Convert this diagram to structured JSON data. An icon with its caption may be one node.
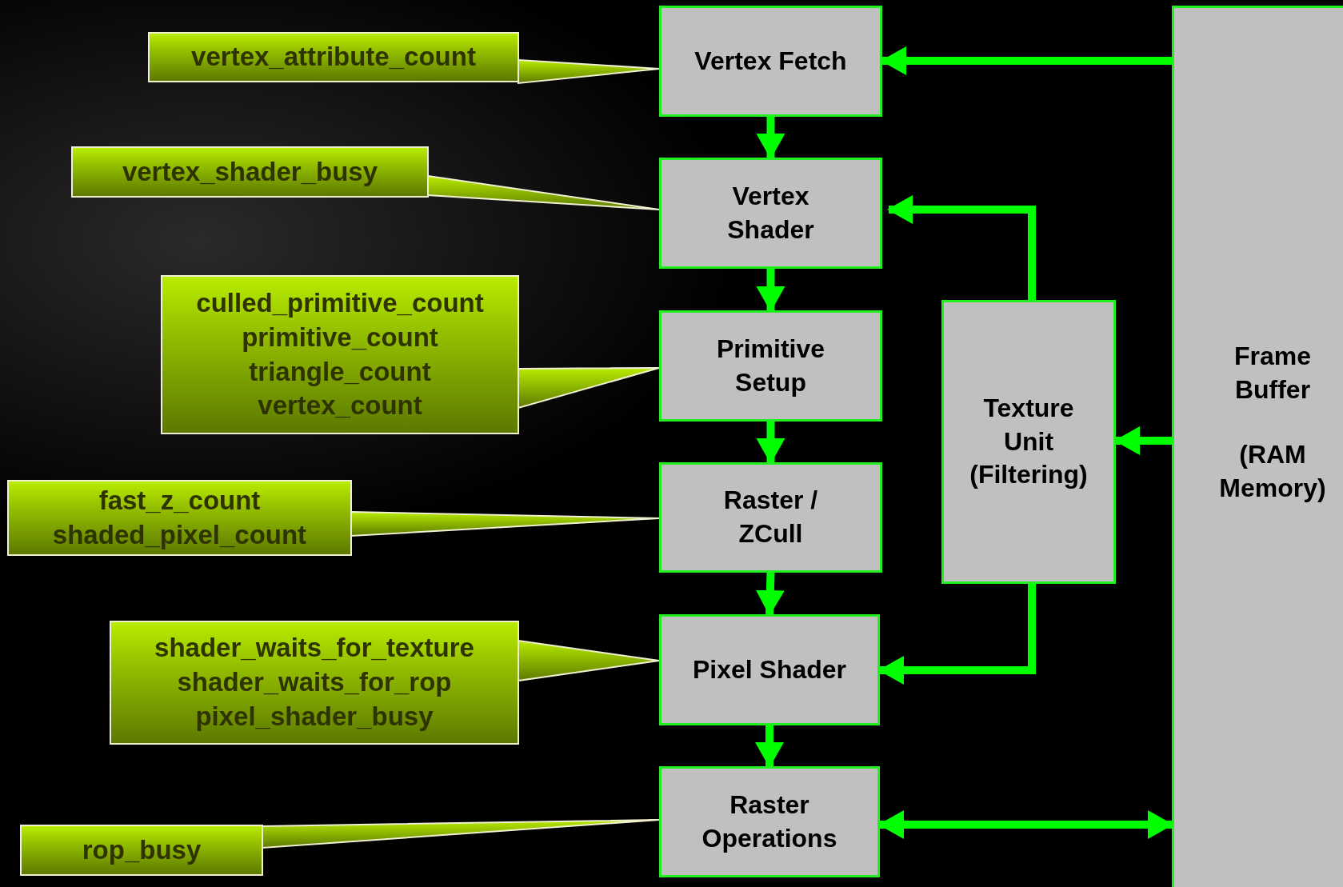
{
  "diagram": {
    "nodes": [
      {
        "text": [
          "Vertex Fetch"
        ]
      },
      {
        "text": [
          "Vertex Shader"
        ]
      },
      {
        "text": [
          "Primitive Setup"
        ]
      },
      {
        "text": [
          "Raster / ZCull"
        ]
      },
      {
        "text": [
          "Pixel Shader"
        ]
      },
      {
        "text": [
          "Raster Operations"
        ]
      },
      {
        "text": [
          "Texture Unit (Filtering)"
        ]
      },
      {
        "text": [
          "Frame Buffer",
          "(RAM Memory)"
        ]
      },
      {
        "text": [
          "vertex_attribute_count"
        ]
      },
      {
        "text": [
          "vertex_shader_busy"
        ]
      },
      {
        "text": [
          "culled_primitive_count",
          "primitive_count",
          "triangle_count",
          "vertex_count"
        ]
      },
      {
        "text": [
          "fast_z_count",
          "shaded_pixel_count"
        ]
      },
      {
        "text": [
          "shader_waits_for_texture",
          "shader_waits_for_rop",
          "pixel_shader_busy"
        ]
      },
      {
        "text": [
          "rop_busy"
        ]
      }
    ],
    "edges": [
      {
        "from": 0,
        "to": 1,
        "arrow": "to"
      },
      {
        "from": 1,
        "to": 2,
        "arrow": "to"
      },
      {
        "from": 2,
        "to": 3,
        "arrow": "to"
      },
      {
        "from": 3,
        "to": 4,
        "arrow": "to"
      },
      {
        "from": 4,
        "to": 5,
        "arrow": "to"
      },
      {
        "from": 7,
        "to": 0,
        "arrow": "to"
      },
      {
        "from": 6,
        "to": 1,
        "arrow": "to"
      },
      {
        "from": 6,
        "to": 4,
        "arrow": "to"
      },
      {
        "from": 7,
        "to": 6,
        "arrow": "to"
      },
      {
        "from": 5,
        "to": 7,
        "arrow": "both"
      },
      {
        "from": 8,
        "to": 0,
        "arrow": "none"
      },
      {
        "from": 9,
        "to": 1,
        "arrow": "none"
      },
      {
        "from": 10,
        "to": 2,
        "arrow": "none"
      },
      {
        "from": 11,
        "to": 3,
        "arrow": "none"
      },
      {
        "from": 12,
        "to": 4,
        "arrow": "none"
      },
      {
        "from": 13,
        "to": 5,
        "arrow": "none"
      }
    ]
  }
}
